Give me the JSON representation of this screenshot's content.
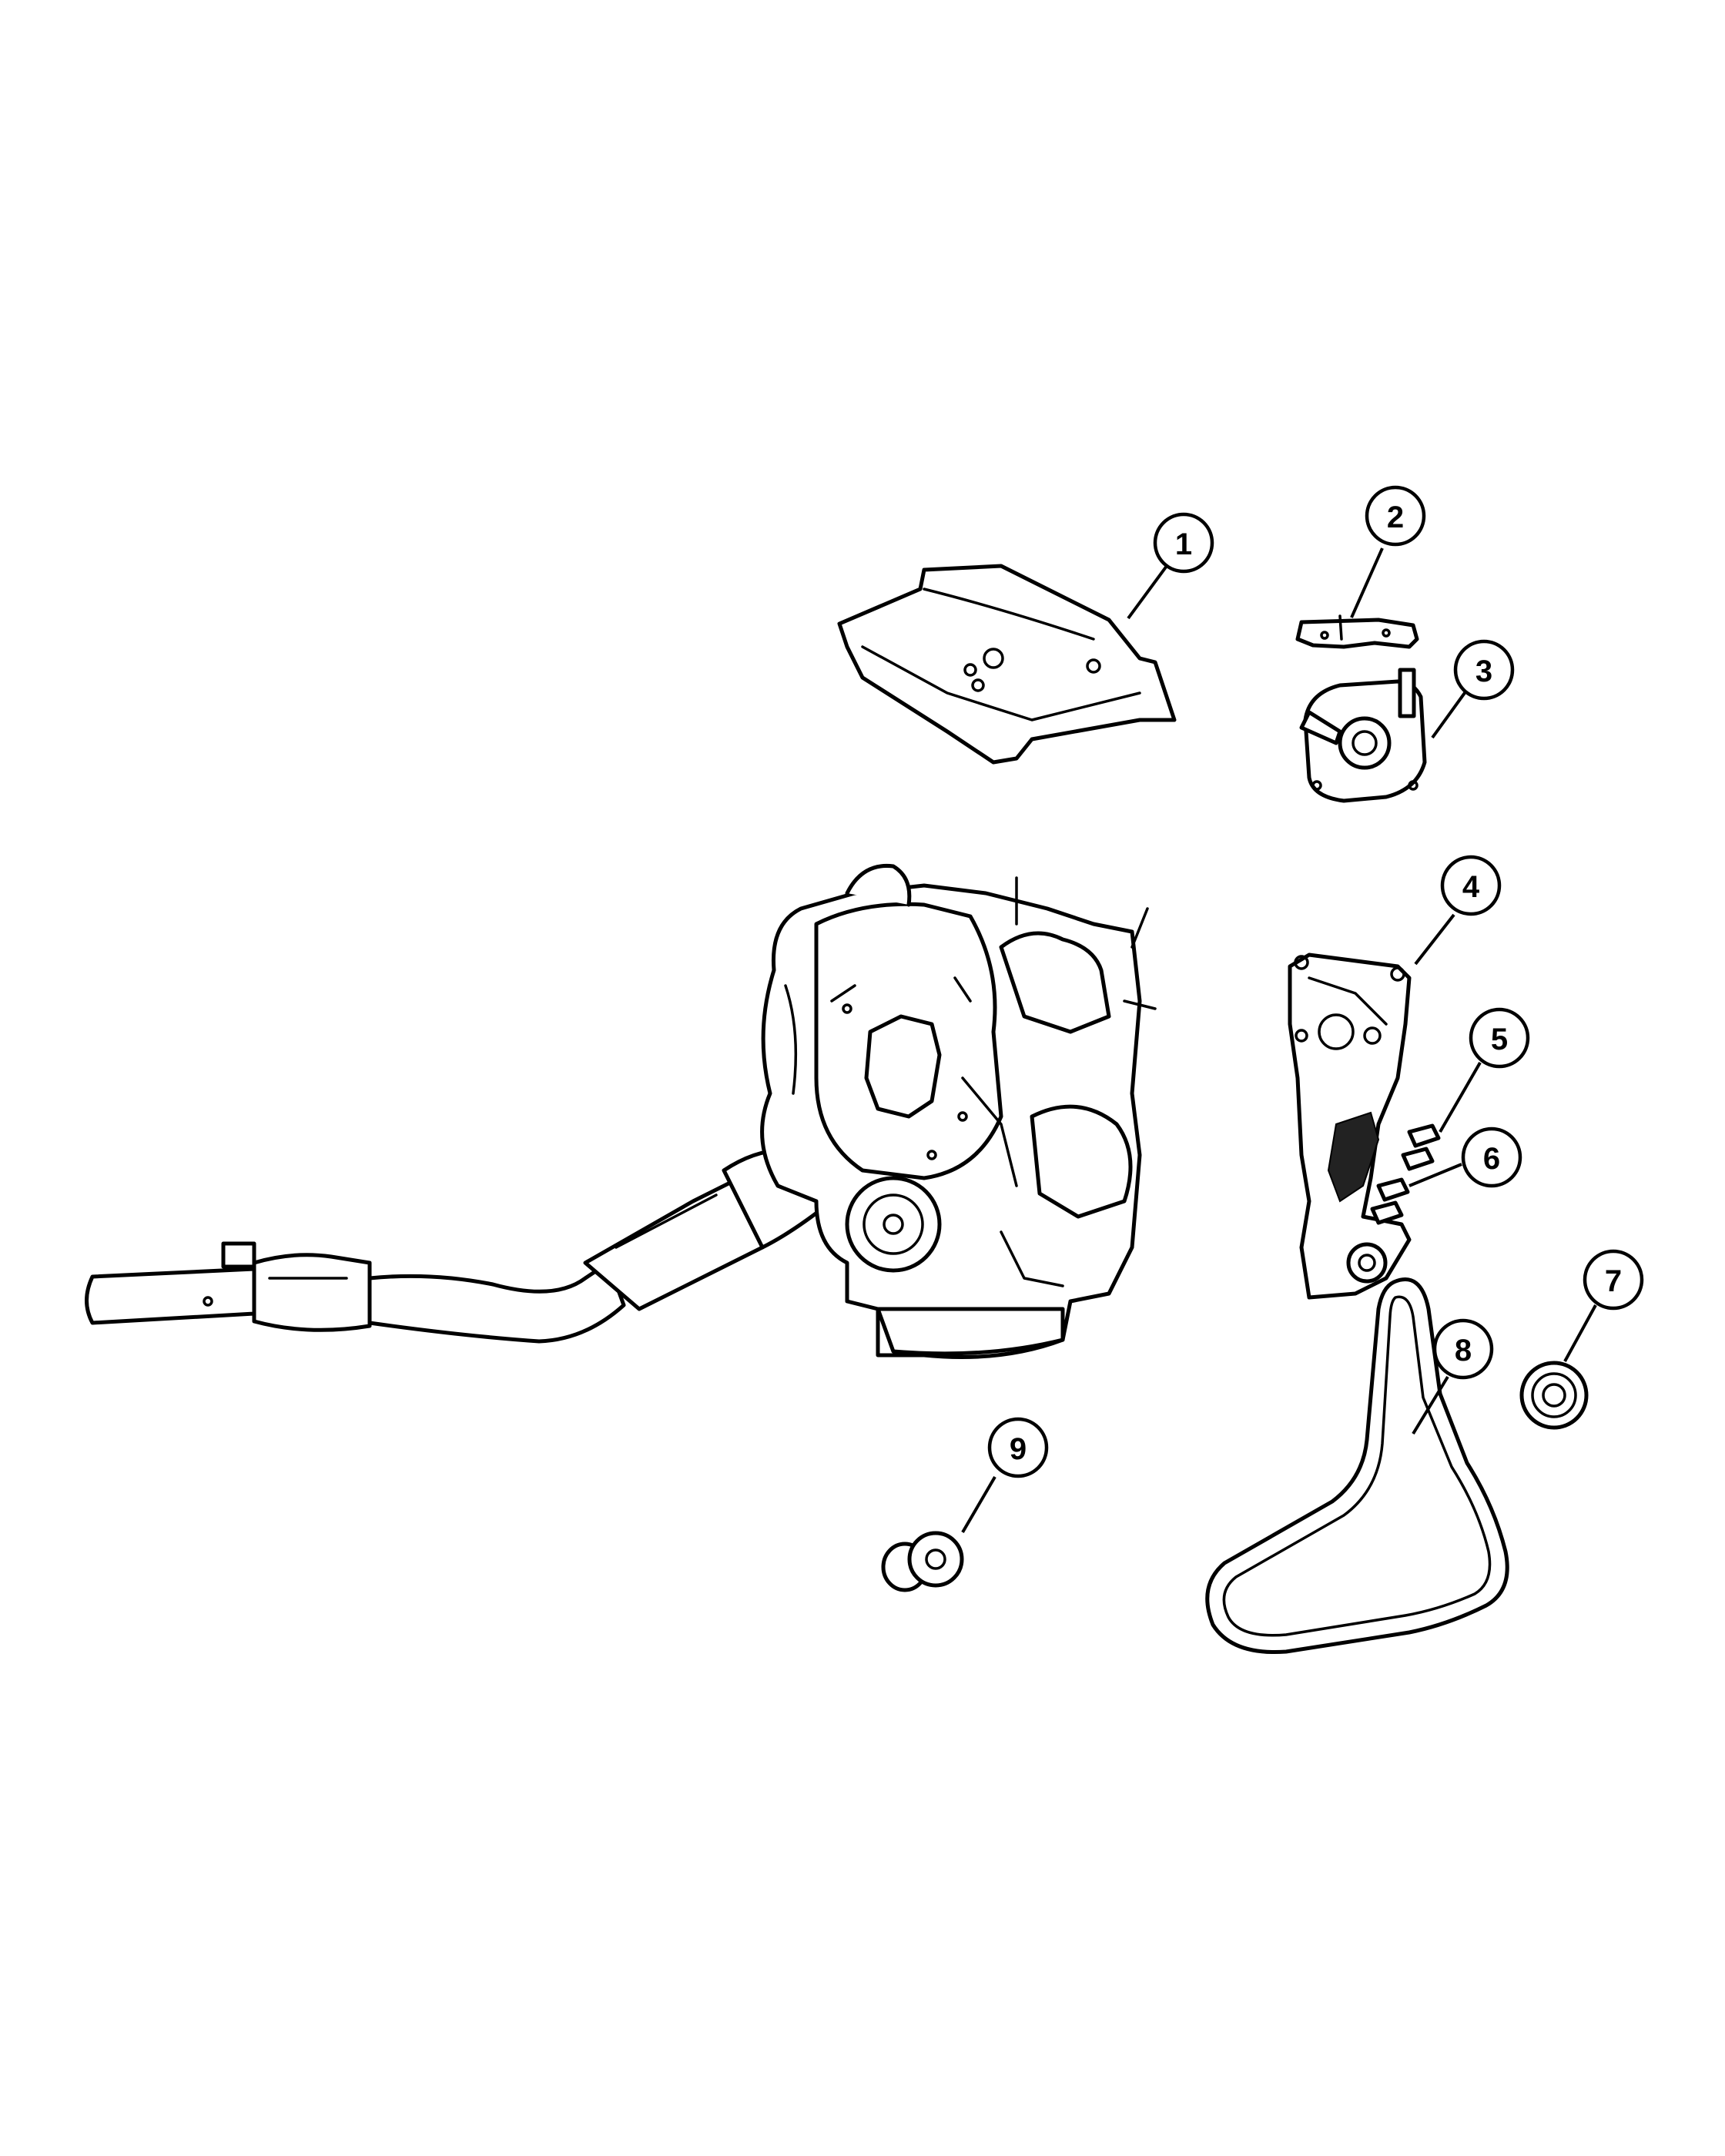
{
  "colors": {
    "line": "#000000",
    "background": "#ffffff"
  },
  "callouts": [
    {
      "number": "1",
      "part": "heat-shield"
    },
    {
      "number": "2",
      "part": "bracket"
    },
    {
      "number": "3",
      "part": "belt-tensioner"
    },
    {
      "number": "4",
      "part": "accessory-bracket"
    },
    {
      "number": "5",
      "part": "bolt"
    },
    {
      "number": "6",
      "part": "bolt"
    },
    {
      "number": "7",
      "part": "idler-pulley"
    },
    {
      "number": "8",
      "part": "serpentine-belt"
    },
    {
      "number": "9",
      "part": "pulley"
    }
  ]
}
